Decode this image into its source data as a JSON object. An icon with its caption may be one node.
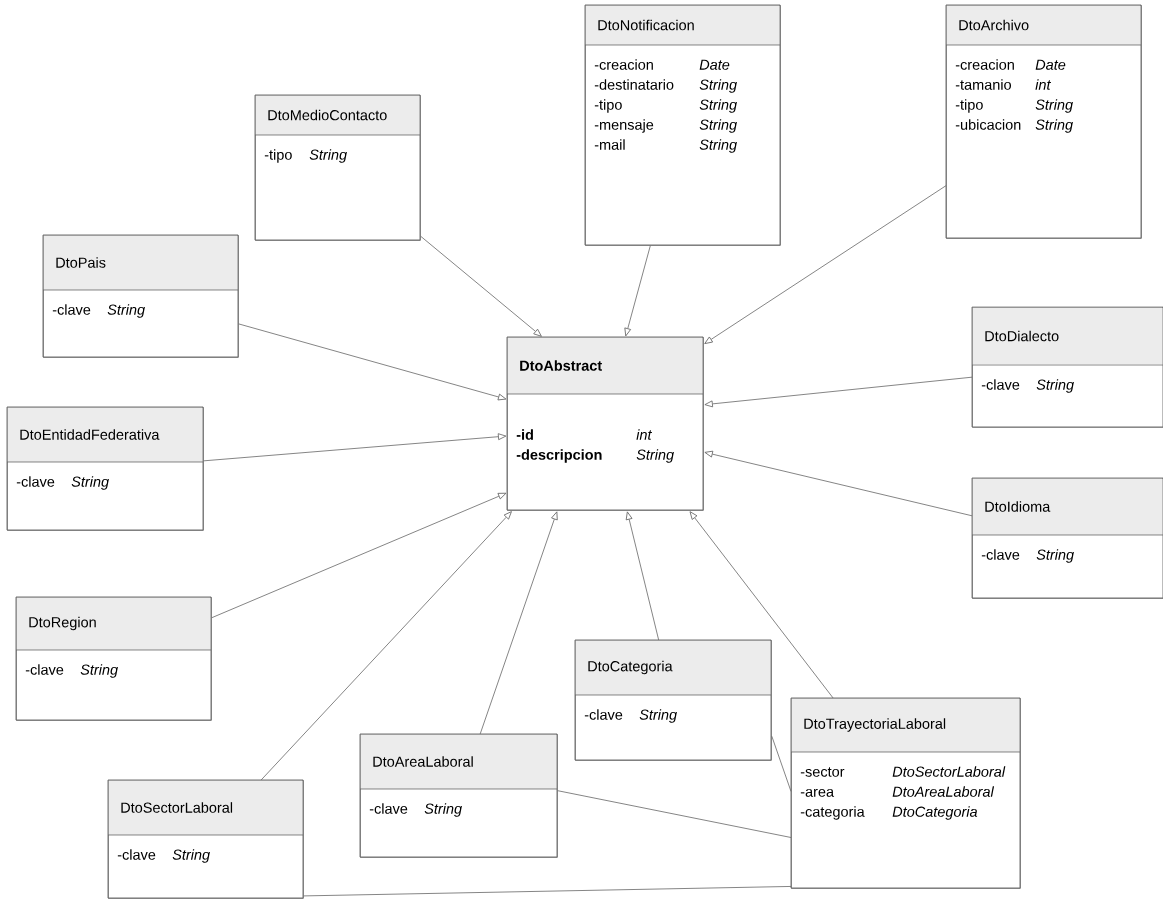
{
  "diagram": {
    "nodes": [
      {
        "text": [
          "DtoMedioContacto",
          "-tipo",
          "String"
        ]
      },
      {
        "text": [
          "DtoNotificacion",
          "-creacion",
          "Date",
          "-destinatario",
          "String",
          "-tipo",
          "String",
          "-mensaje",
          "String",
          "-mail",
          "String"
        ]
      },
      {
        "text": [
          "DtoArchivo",
          "-creacion",
          "Date",
          "-tamanio",
          "int",
          "-tipo",
          "String",
          "-ubicacion",
          "String"
        ]
      },
      {
        "text": [
          "DtoPais",
          "-clave",
          "String"
        ]
      },
      {
        "text": [
          "DtoAbstract",
          "-id",
          "int",
          "-descripcion",
          "String"
        ]
      },
      {
        "text": [
          "DtoDialecto",
          "-clave",
          "String"
        ]
      },
      {
        "text": [
          "DtoEntidadFederativa",
          "-clave",
          "String"
        ]
      },
      {
        "text": [
          "DtoIdioma",
          "-clave",
          "String"
        ]
      },
      {
        "text": [
          "DtoRegion",
          "-clave",
          "String"
        ]
      },
      {
        "text": [
          "DtoCategoria",
          "-clave",
          "String"
        ]
      },
      {
        "text": [
          "DtoTrayectoriaLaboral",
          "-sector",
          "DtoSectorLaboral",
          "-area",
          "DtoAreaLaboral",
          "-categoria",
          "DtoCategoria"
        ]
      },
      {
        "text": [
          "DtoAreaLaboral",
          "-clave",
          "String"
        ]
      },
      {
        "text": [
          "DtoSectorLaboral",
          "-clave",
          "String"
        ]
      }
    ],
    "edges": [
      {
        "from": 0,
        "to": 4,
        "arrow": "to"
      },
      {
        "from": 1,
        "to": 4,
        "arrow": "to"
      },
      {
        "from": 2,
        "to": 4,
        "arrow": "to"
      },
      {
        "from": 3,
        "to": 4,
        "arrow": "to"
      },
      {
        "from": 5,
        "to": 4,
        "arrow": "to"
      },
      {
        "from": 6,
        "to": 4,
        "arrow": "to"
      },
      {
        "from": 7,
        "to": 4,
        "arrow": "to"
      },
      {
        "from": 8,
        "to": 4,
        "arrow": "to"
      },
      {
        "from": 12,
        "to": 4,
        "arrow": "to"
      },
      {
        "from": 11,
        "to": 4,
        "arrow": "to"
      },
      {
        "from": 9,
        "to": 4,
        "arrow": "to"
      },
      {
        "from": 10,
        "to": 4,
        "arrow": "to"
      },
      {
        "from": 10,
        "to": 9,
        "arrow": "none"
      },
      {
        "from": 10,
        "to": 11,
        "arrow": "none"
      },
      {
        "from": 10,
        "to": 12,
        "arrow": "none"
      }
    ]
  }
}
